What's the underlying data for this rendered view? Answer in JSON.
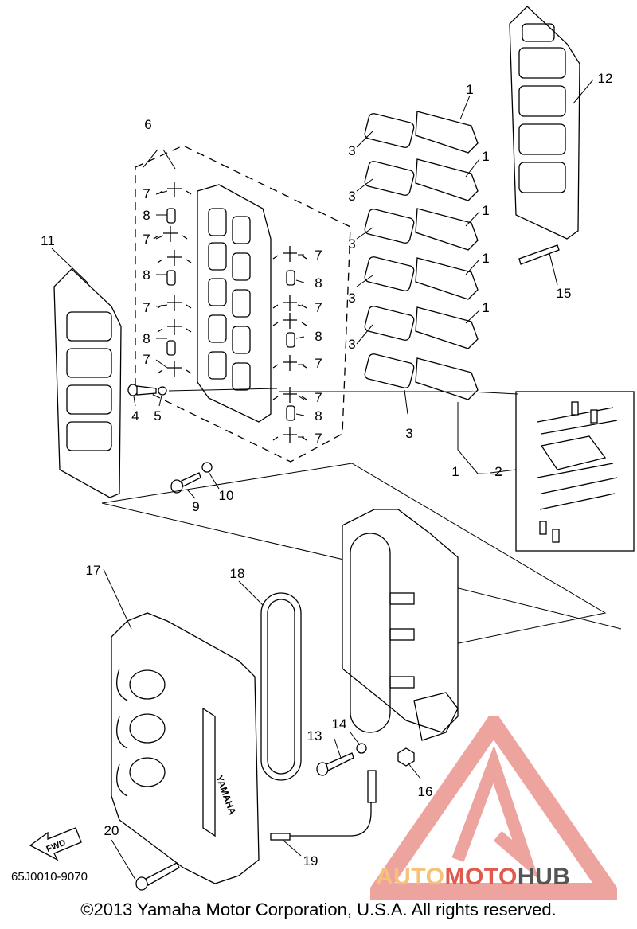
{
  "diagram": {
    "callouts": {
      "c1a": "1",
      "c1b": "1",
      "c1c": "1",
      "c1d": "1",
      "c1e": "1",
      "c1f": "1",
      "c2": "2",
      "c3a": "3",
      "c3b": "3",
      "c3c": "3",
      "c3d": "3",
      "c3e": "3",
      "c3f": "3",
      "c4": "4",
      "c5": "5",
      "c6": "6",
      "c7a": "7",
      "c7b": "7",
      "c7c": "7",
      "c7d": "7",
      "c7e": "7",
      "c7f": "7",
      "c7g": "7",
      "c7h": "7",
      "c8a": "8",
      "c8b": "8",
      "c8c": "8",
      "c8d": "8",
      "c8e": "8",
      "c8f": "8",
      "c9": "9",
      "c10": "10",
      "c11": "11",
      "c12": "12",
      "c13": "13",
      "c14": "14",
      "c15": "15",
      "c16": "16",
      "c17": "17",
      "c18": "18",
      "c19": "19",
      "c20": "20"
    },
    "fwd_label": "FWD",
    "cover_brand": "YAMAHA",
    "drawing_code": "65J0010-9070",
    "copyright": "©2013 Yamaha Motor Corporation, U.S.A. All rights reserved."
  },
  "watermark": {
    "part1": "AUTO",
    "part2": "MOTO",
    "part3": "HUB",
    "colors": {
      "light": "#f6c27a",
      "accent": "#e05a4e",
      "dark": "#555555"
    }
  }
}
